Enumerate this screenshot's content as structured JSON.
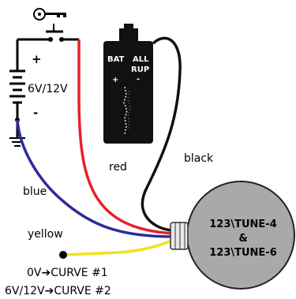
{
  "battery": {
    "plus": "+",
    "voltage": "6V/12V",
    "minus": "-"
  },
  "coil": {
    "bat": "BAT",
    "all": "ALL",
    "rup": "RUP",
    "plus": "+",
    "minus": "-"
  },
  "wires": {
    "red": "red",
    "black": "black",
    "blue": "blue",
    "yellow": "yellow"
  },
  "distributor": {
    "line1": "123\\TUNE-4",
    "line2": "&",
    "line3": "123\\TUNE-6"
  },
  "notes": {
    "curve1": "0V➔CURVE #1",
    "curve2": "6V/12V➔CURVE #2"
  },
  "colors": {
    "red": "#e8202a",
    "blue": "#2e2b9c",
    "yellow": "#f2e21c",
    "black": "#111111",
    "dist_body": "#a9a9a9"
  }
}
